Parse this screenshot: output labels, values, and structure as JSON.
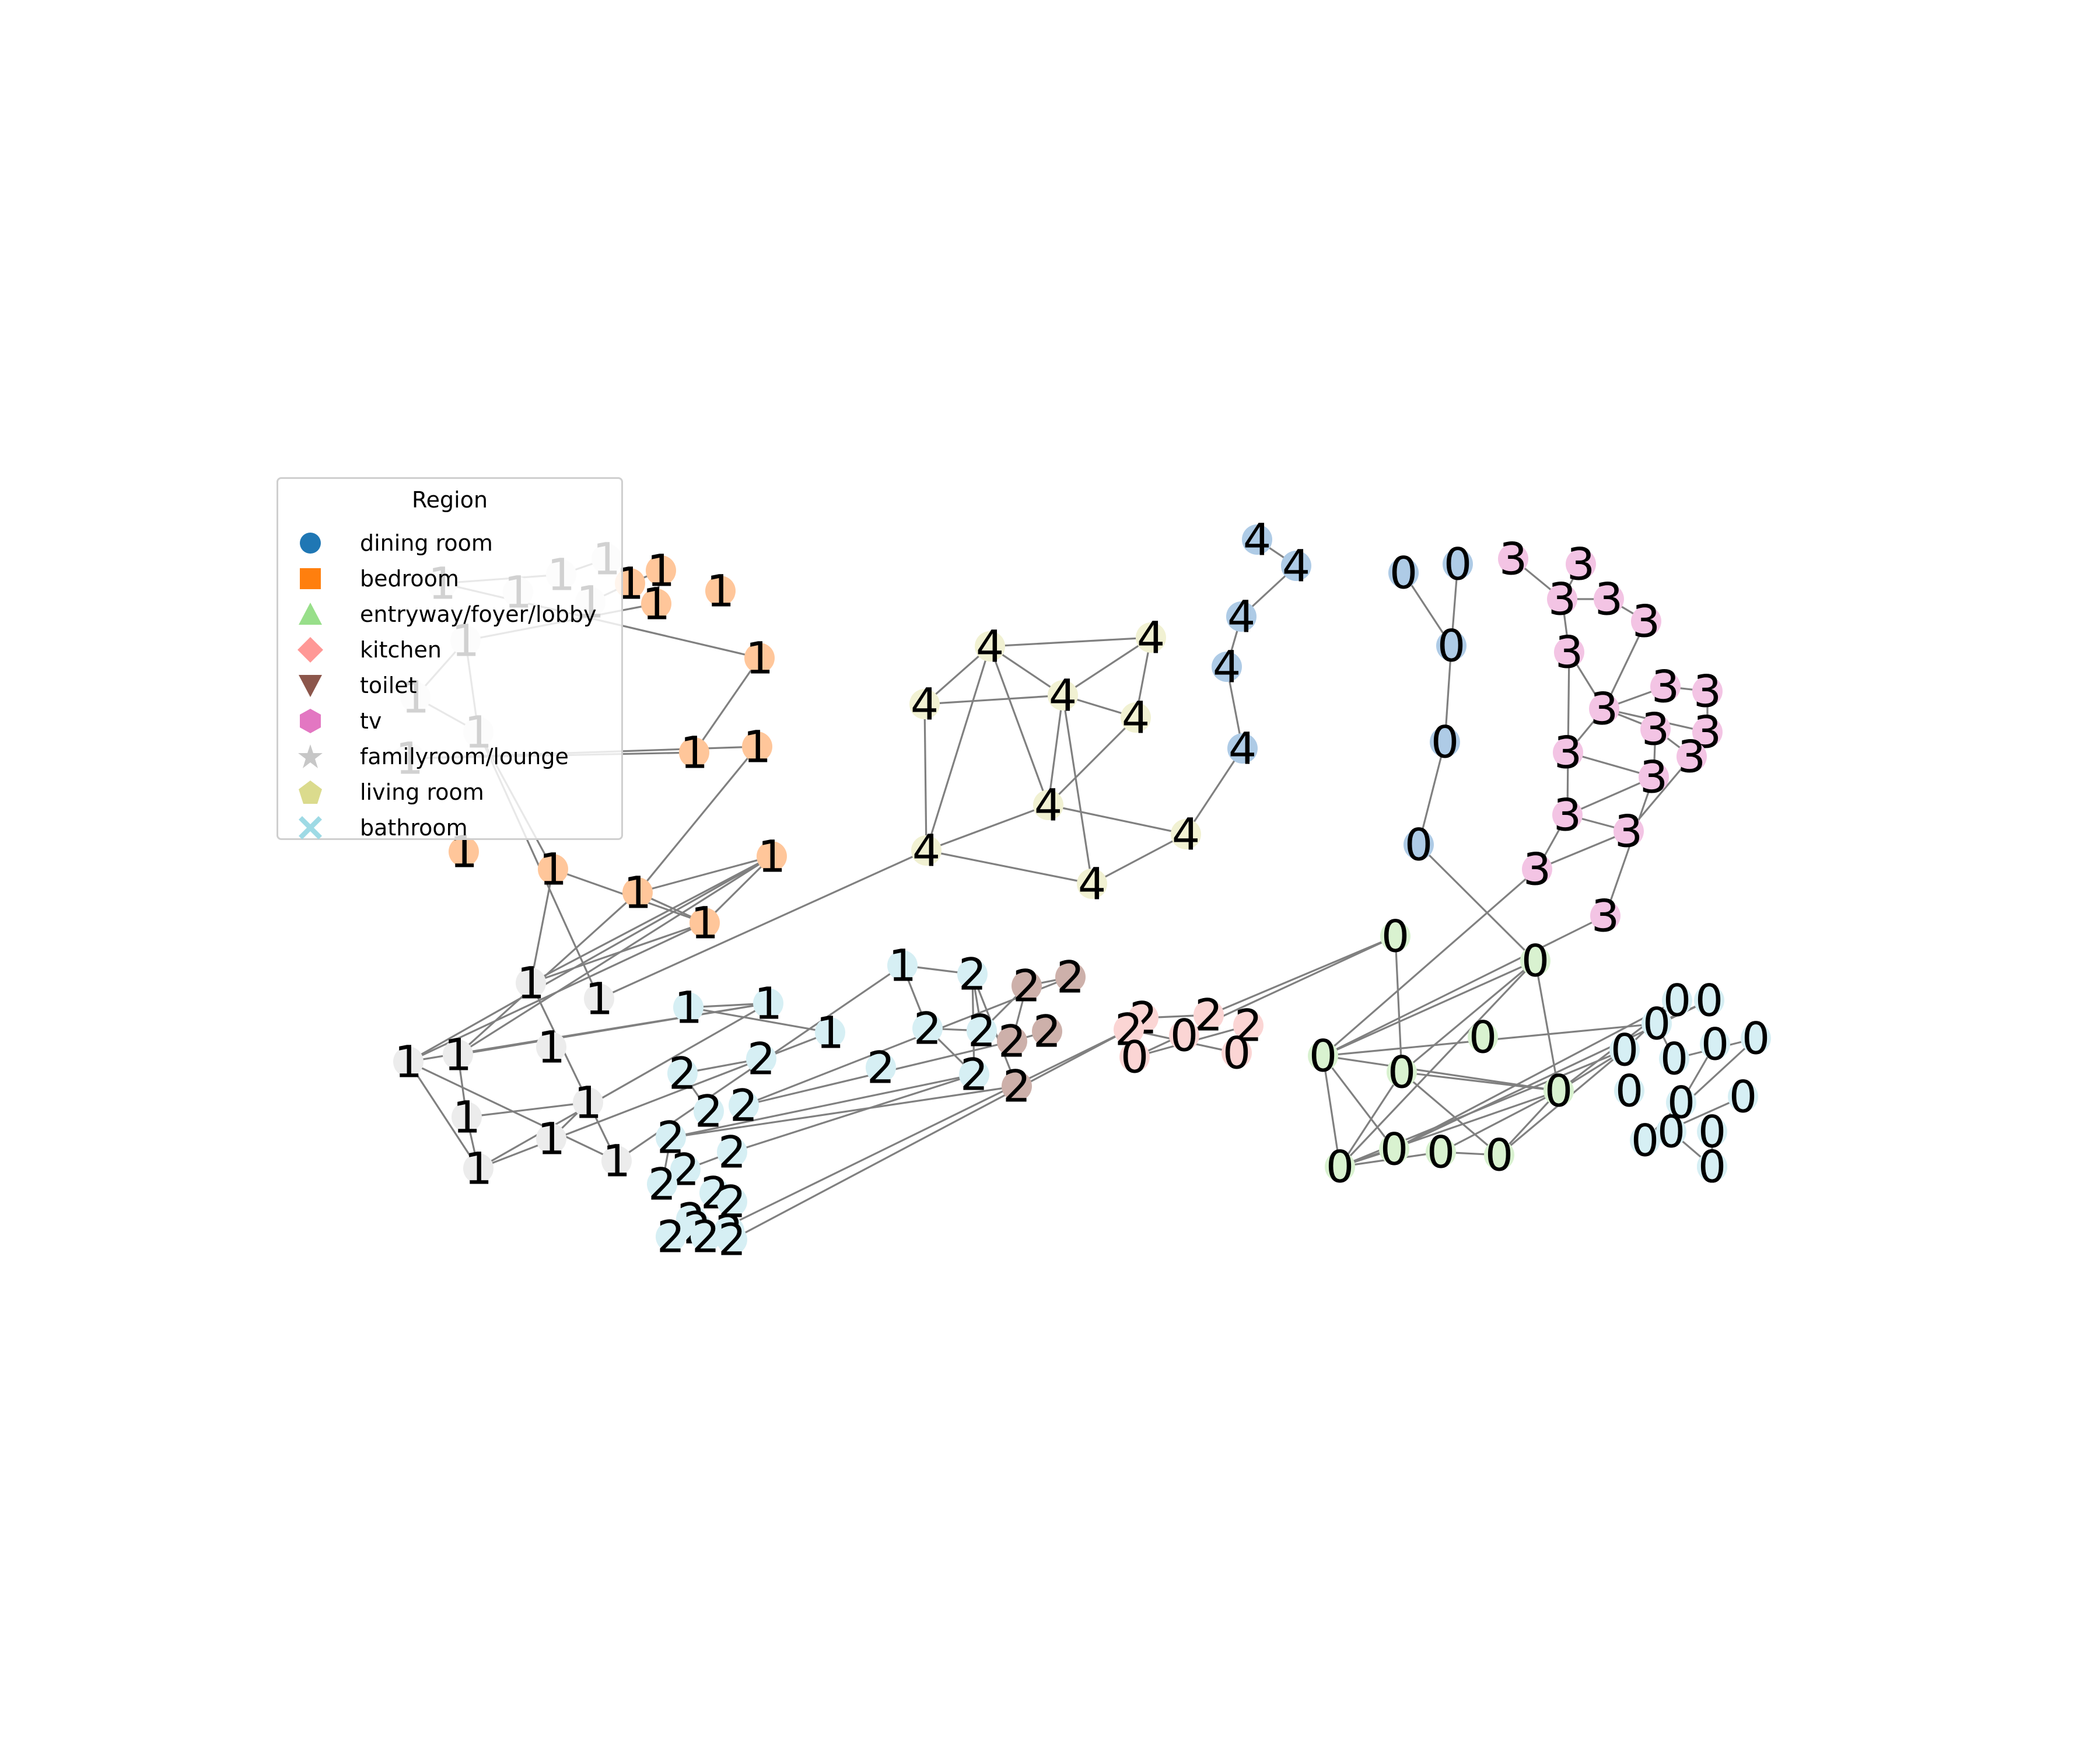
{
  "legend": {
    "title": "Region",
    "items": [
      {
        "label": "dining room",
        "color": "#1f77b4",
        "shape": "circle",
        "icon": "circle-icon"
      },
      {
        "label": "bedroom",
        "color": "#ff7f0e",
        "shape": "square",
        "icon": "square-icon"
      },
      {
        "label": "entryway/foyer/lobby",
        "color": "#98df8a",
        "shape": "triangle-up",
        "icon": "triangle-up-icon"
      },
      {
        "label": "kitchen",
        "color": "#ff9896",
        "shape": "diamond",
        "icon": "diamond-icon"
      },
      {
        "label": "toilet",
        "color": "#8c564b",
        "shape": "triangle-down",
        "icon": "triangle-down-icon"
      },
      {
        "label": "tv",
        "color": "#e377c2",
        "shape": "hexagon",
        "icon": "hexagon-icon"
      },
      {
        "label": "familyroom/lounge",
        "color": "#c7c7c7",
        "shape": "star",
        "icon": "star-icon"
      },
      {
        "label": "living room",
        "color": "#dbdb8d",
        "shape": "pentagon",
        "icon": "pentagon-icon"
      },
      {
        "label": "bathroom",
        "color": "#9edae5",
        "shape": "x",
        "icon": "x-icon"
      }
    ]
  },
  "node_fill_colors": {
    "dining_room": "#aecbe6",
    "bedroom": "#ffc69a",
    "entryway": "#d9f2d0",
    "kitchen": "#fbd5d4",
    "toilet": "#cdb0aa",
    "tv": "#f3c4e4",
    "familyroom": "#ececec",
    "living_room": "#f1f1d2",
    "bathroom": "#d6eff4"
  },
  "node_labels": [
    "4",
    "4",
    "4",
    "4",
    "4",
    "0",
    "0",
    "0",
    "0",
    "0",
    "3",
    "3",
    "3",
    "3",
    "3",
    "3",
    "3",
    "3",
    "3",
    "3",
    "3",
    "3",
    "3",
    "3",
    "3",
    "3",
    "3",
    "3",
    "4",
    "4",
    "4",
    "4",
    "4",
    "4",
    "4",
    "4",
    "4",
    "1",
    "1",
    "1",
    "1",
    "1",
    "1",
    "1",
    "1",
    "1",
    "1",
    "1",
    "1",
    "1",
    "1",
    "1",
    "1",
    "1",
    "1",
    "1",
    "1",
    "1",
    "1",
    "1",
    "1",
    "1",
    "1",
    "1",
    "1",
    "1",
    "1",
    "1",
    "1",
    "1",
    "1",
    "1",
    "2",
    "2",
    "2",
    "2",
    "2",
    "2",
    "2",
    "2",
    "2",
    "2",
    "2",
    "2",
    "2",
    "2",
    "2",
    "2",
    "2",
    "2",
    "2",
    "2",
    "2",
    "2",
    "2",
    "2",
    "2",
    "2",
    "2",
    "2",
    "2",
    "2",
    "0",
    "0",
    "0",
    "0",
    "0",
    "0",
    "0",
    "0",
    "0",
    "0",
    "0",
    "0",
    "0",
    "0",
    "0",
    "0",
    "0",
    "0",
    "0",
    "0",
    "0",
    "0",
    "0",
    "0",
    "0",
    "0",
    "0",
    "0",
    "0",
    "0"
  ]
}
